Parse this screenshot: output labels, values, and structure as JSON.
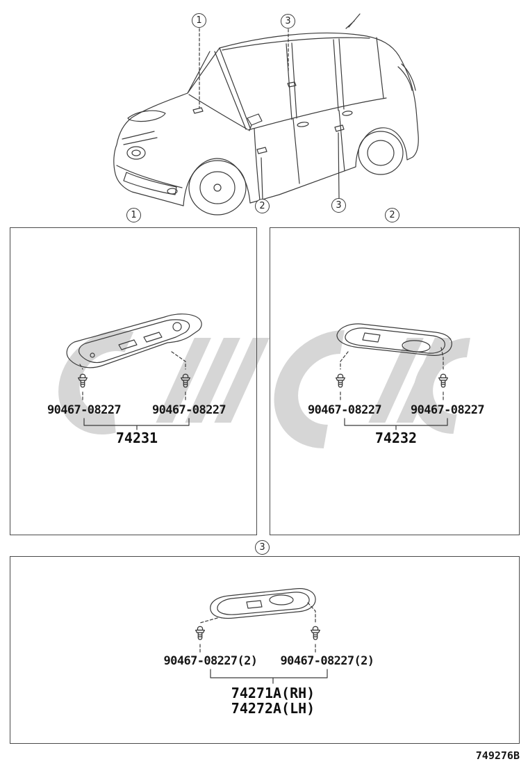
{
  "meta": {
    "figure_code": "749276B"
  },
  "colors": {
    "line": "#3a3a3a",
    "watermark": "#d6d6d6",
    "box_border": "#4a4a4a"
  },
  "callouts": {
    "top_1": "1",
    "top_3": "3",
    "car_2": "2",
    "car_3": "3",
    "box1": "1",
    "box2": "2",
    "box3": "3"
  },
  "box1": {
    "clip_left": "90467-08227",
    "clip_right": "90467-08227",
    "part": "74231"
  },
  "box2": {
    "clip_left": "90467-08227",
    "clip_right": "90467-08227",
    "part": "74232"
  },
  "box3": {
    "clip_left": "90467-08227(2)",
    "clip_right": "90467-08227(2)",
    "part_rh": "74271A(RH)",
    "part_lh": "74272A(LH)"
  }
}
